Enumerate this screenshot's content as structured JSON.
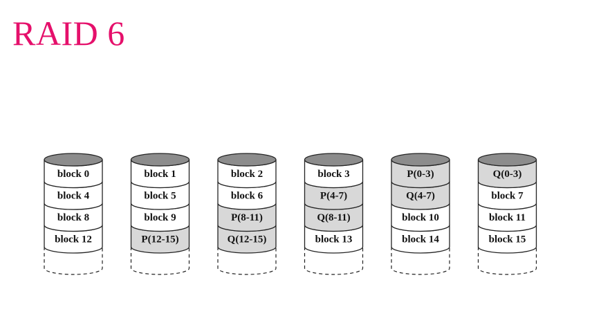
{
  "title": "RAID 6",
  "colors": {
    "title": "#e5106b",
    "top_cap": "#8c8c8c",
    "parity_fill": "#d8d8d8",
    "data_fill": "#ffffff",
    "stroke": "#222222"
  },
  "disks": [
    {
      "cells": [
        {
          "label": "block 0",
          "type": "data"
        },
        {
          "label": "block 4",
          "type": "data"
        },
        {
          "label": "block 8",
          "type": "data"
        },
        {
          "label": "block 12",
          "type": "data"
        }
      ]
    },
    {
      "cells": [
        {
          "label": "block 1",
          "type": "data"
        },
        {
          "label": "block 5",
          "type": "data"
        },
        {
          "label": "block 9",
          "type": "data"
        },
        {
          "label": "P(12-15)",
          "type": "parity"
        }
      ]
    },
    {
      "cells": [
        {
          "label": "block 2",
          "type": "data"
        },
        {
          "label": "block 6",
          "type": "data"
        },
        {
          "label": "P(8-11)",
          "type": "parity"
        },
        {
          "label": "Q(12-15)",
          "type": "parity"
        }
      ]
    },
    {
      "cells": [
        {
          "label": "block 3",
          "type": "data"
        },
        {
          "label": "P(4-7)",
          "type": "parity"
        },
        {
          "label": "Q(8-11)",
          "type": "parity"
        },
        {
          "label": "block 13",
          "type": "data"
        }
      ]
    },
    {
      "cells": [
        {
          "label": "P(0-3)",
          "type": "parity"
        },
        {
          "label": "Q(4-7)",
          "type": "parity"
        },
        {
          "label": "block 10",
          "type": "data"
        },
        {
          "label": "block 14",
          "type": "data"
        }
      ]
    },
    {
      "cells": [
        {
          "label": "Q(0-3)",
          "type": "parity"
        },
        {
          "label": "block 7",
          "type": "data"
        },
        {
          "label": "block 11",
          "type": "data"
        },
        {
          "label": "block 15",
          "type": "data"
        }
      ]
    }
  ]
}
